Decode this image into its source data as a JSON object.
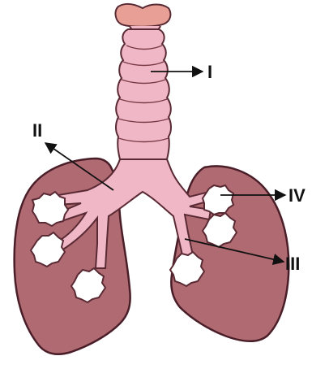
{
  "labels": {
    "one": "I",
    "two": "II",
    "three": "III",
    "four": "IV"
  },
  "colors": {
    "lung_fill": "#b06a72",
    "lung_outline": "#4a1e28",
    "airway_fill": "#f0b8c6",
    "airway_outline": "#5a2a34",
    "larynx_fill": "#e8a096",
    "lesion_fill": "#ffffff",
    "arrow": "#111111"
  }
}
